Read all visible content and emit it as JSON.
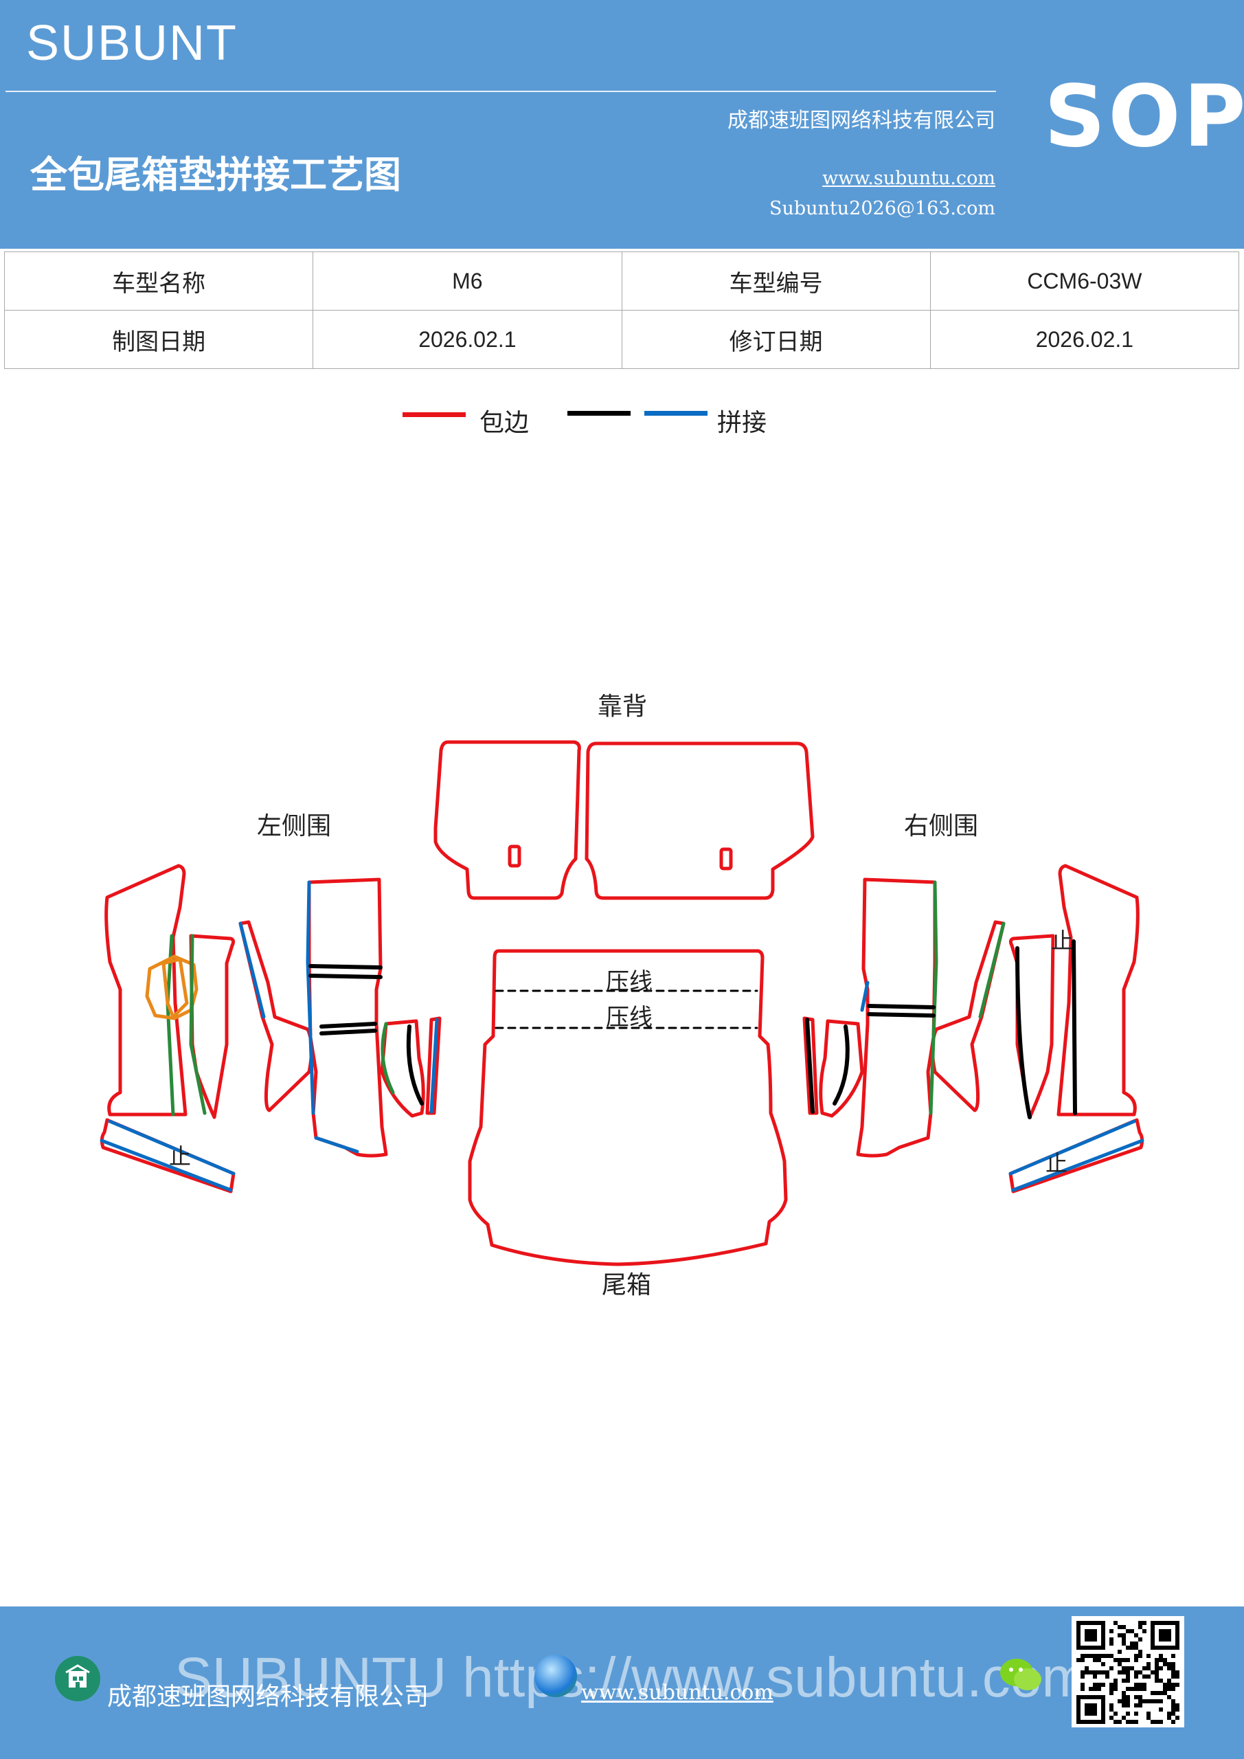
{
  "header": {
    "brand": "SUBUNT",
    "title": "全包尾箱垫拼接工艺图",
    "company": "成都速班图网络科技有限公司",
    "website": "www.subuntu.com",
    "email": "Subuntu2026@163.com",
    "badge": "SOP"
  },
  "info": {
    "model_name_label": "车型名称",
    "model_name": "M6",
    "model_code_label": "车型编号",
    "model_code": "CCM6-03W",
    "draw_date_label": "制图日期",
    "draw_date": "2026.02.1",
    "revise_date_label": "修订日期",
    "revise_date": "2026.02.1"
  },
  "legend": {
    "edge_label": "包边",
    "splice_label": "拼接",
    "colors": {
      "edge": "#e8141a",
      "black": "#000000",
      "splice": "#0a6cc2"
    }
  },
  "diagram": {
    "backrest": "靠背",
    "left_side": "左侧围",
    "right_side": "右侧围",
    "trunk": "尾箱",
    "crease_1": "压线",
    "crease_2": "压线",
    "mark_left": "止",
    "mark_right_top": "止",
    "mark_right_bottom": "止"
  },
  "footer": {
    "company": "成都速班图网络科技有限公司",
    "watermark": "SUBUNTU https://www.subuntu.com",
    "website": "www.subuntu.com",
    "icons": [
      "building-icon",
      "globe-icon",
      "wechat-icon",
      "qr-code"
    ]
  }
}
